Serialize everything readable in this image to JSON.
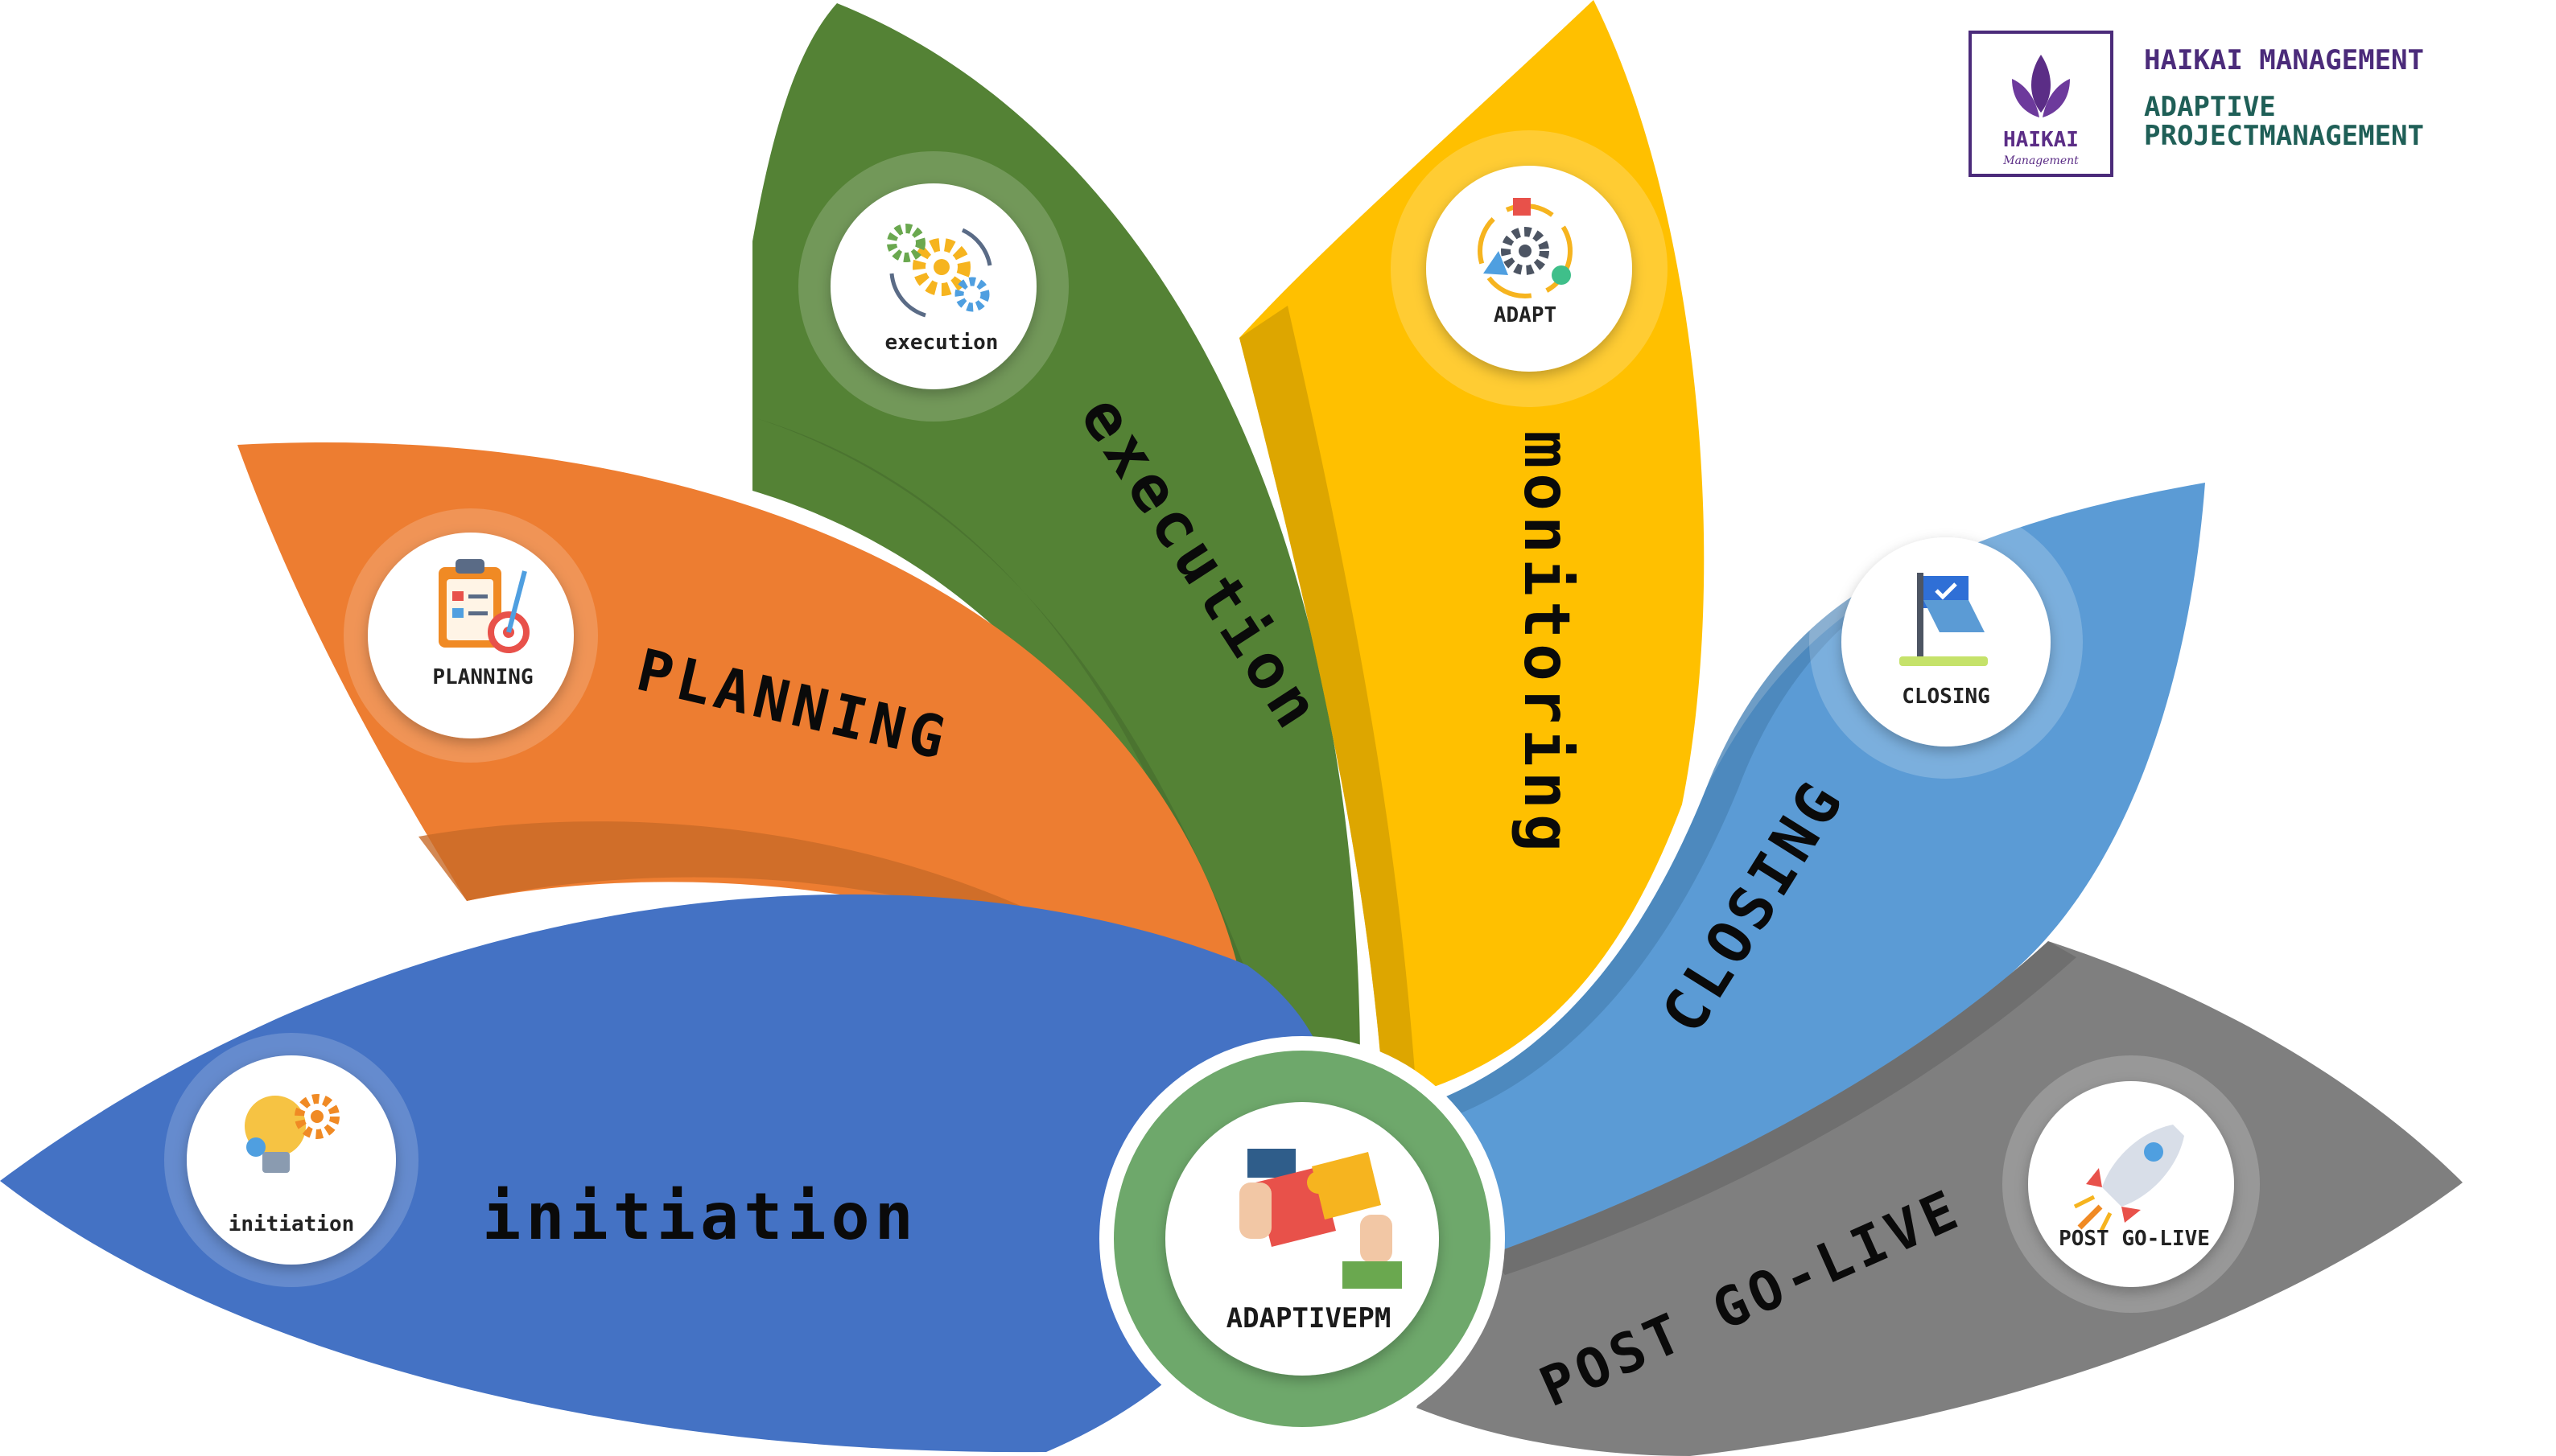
{
  "brand": {
    "logo_word": "HAIKAI",
    "logo_sub": "Management",
    "line1": "HAIKAI MANAGEMENT",
    "line2": "ADAPTIVE",
    "line3": "PROJECTMANAGEMENT",
    "color_dark": "#4b2b7a",
    "color_teal": "#1f5f57"
  },
  "center": {
    "label": "ADAPTIVEPM",
    "icon": "puzzle-handshake-icon",
    "ring_color": "#6ea86b"
  },
  "phases": [
    {
      "key": "initiation",
      "title": "initiation",
      "icon_label": "initiation",
      "icon": "lightbulb-gears-icon",
      "color": "#4472c4"
    },
    {
      "key": "planning",
      "title": "PLANNING",
      "icon_label": "PLANNING",
      "icon": "clipboard-target-icon",
      "color": "#ed7d31"
    },
    {
      "key": "execution",
      "title": "execution",
      "icon_label": "execution",
      "icon": "gears-cycle-icon",
      "color": "#548235"
    },
    {
      "key": "monitoring",
      "title": "monitoring",
      "icon_label": "ADAPT",
      "icon": "adapt-cycle-icon",
      "color": "#ffc000"
    },
    {
      "key": "closing",
      "title": "CLOSING",
      "icon_label": "CLOSING",
      "icon": "flag-check-icon",
      "color": "#5b9bd5"
    },
    {
      "key": "post-go-live",
      "title": "POST GO-LIVE",
      "icon_label": "POST GO-LIVE",
      "icon": "rocket-icon",
      "color": "#7f7f7f"
    }
  ]
}
